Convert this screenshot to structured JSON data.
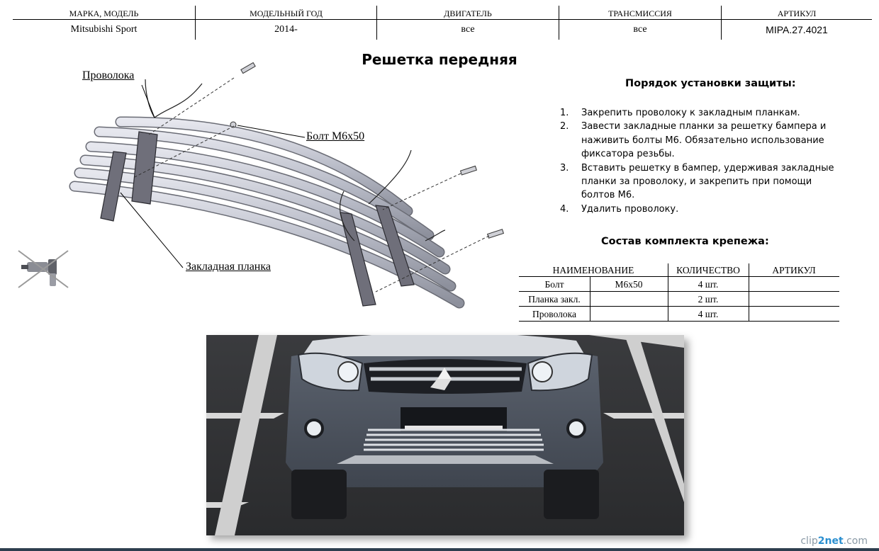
{
  "header": {
    "columns": [
      {
        "label": "МАРКА, МОДЕЛЬ",
        "value": "Mitsubishi Sport"
      },
      {
        "label": "МОДЕЛЬНЫЙ ГОД",
        "value": "2014-"
      },
      {
        "label": "ДВИГАТЕЛЬ",
        "value": "все"
      },
      {
        "label": "ТРАНСМИССИЯ",
        "value": "все"
      },
      {
        "label": "АРТИКУЛ",
        "value": "MIPA.27.4021"
      }
    ]
  },
  "title": "Решетка передняя",
  "drawing": {
    "callout_wire": "Проволока",
    "callout_bolt": "Болт М6х50",
    "callout_plate": "Закладная планка"
  },
  "install": {
    "title": "Порядок установки защиты:",
    "steps": [
      {
        "n": "1.",
        "text": "Закрепить проволоку к закладным планкам."
      },
      {
        "n": "2.",
        "text": "Завести закладные планки за решетку бампера и наживить болты М6. Обязательно использование фиксатора резьбы."
      },
      {
        "n": "3.",
        "text": "Вставить решетку в бампер, удерживая закладные планки за проволоку, и закрепить при помощи болтов М6."
      },
      {
        "n": "4.",
        "text": "Удалить проволоку."
      }
    ]
  },
  "kit": {
    "title": "Состав комплекта крепежа:",
    "headers": {
      "name": "НАИМЕНОВАНИЕ",
      "qty": "КОЛИЧЕСТВО",
      "article": "АРТИКУЛ"
    },
    "rows": [
      {
        "name": "Болт",
        "spec": "М6х50",
        "qty": "4 шт."
      },
      {
        "name": "Планка закл.",
        "spec": "",
        "qty": "2 шт."
      },
      {
        "name": "Проволока",
        "spec": "",
        "qty": "4 шт."
      }
    ]
  },
  "watermark": {
    "brand_a": "clip",
    "brand_b": "2net",
    "brand_c": ".com"
  },
  "colors": {
    "tube": "#b9bcc8",
    "plate": "#6f6f7a",
    "bar": "#2d3e4e",
    "brand": "#2b8fd0"
  }
}
